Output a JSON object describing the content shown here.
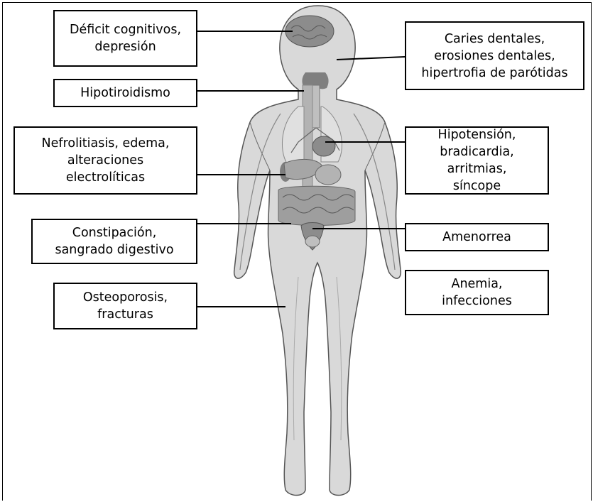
{
  "labels": {
    "cognitive": "Déficit cognitivos,\ndepresión",
    "hypothyroid": "Hipotiroidismo",
    "renal": "Nefrolitiasis, edema,\nalteraciones\nelectrolíticas",
    "gi": "Constipación,\nsangrado digestivo",
    "bone": "Osteoporosis,\nfracturas",
    "dental": "Caries dentales,\nerosiones dentales,\nhipertrofia de parótidas",
    "cardio": "Hipotensión,\nbradicardia, arritmias,\nsíncope",
    "amenorrhea": "Amenorrea",
    "anemia": "Anemia,\ninfecciones"
  },
  "colors": {
    "body_fill": "#d9d9d9",
    "body_outline": "#555555",
    "organ_fill": "#a6a6a6",
    "organ_dark": "#7f7f7f",
    "line": "#000000"
  }
}
